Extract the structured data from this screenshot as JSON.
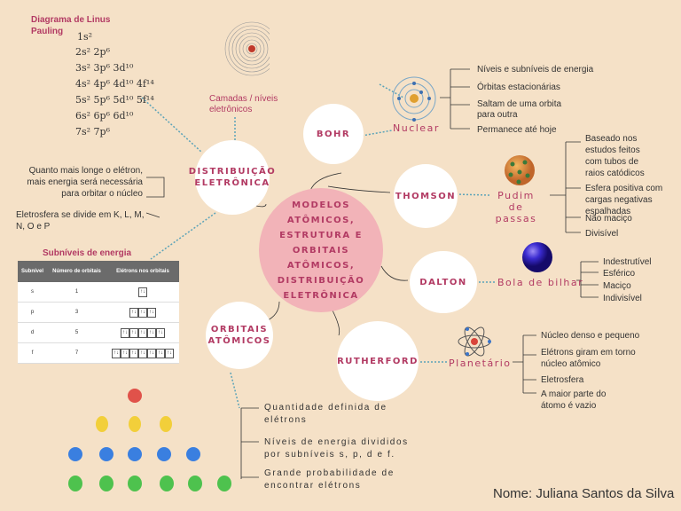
{
  "center": {
    "lines": [
      "MODELOS ATÔMICOS,",
      "ESTRUTURA E",
      "ORBITAIS ATÔMICOS,",
      "DISTRIBUIÇÃO",
      "ELETRÔNICA"
    ]
  },
  "bohr": {
    "label": "BOHR",
    "tag": "Nuclear",
    "items": [
      "Níveis e subníveis de energia",
      "Órbitas estacionárias",
      "Saltam de uma orbita",
      "para outra",
      "Permanece até hoje"
    ]
  },
  "thomson": {
    "label": "THOMSON",
    "tag_1": "Pudim de",
    "tag_2": "passas",
    "items": [
      "Baseado nos",
      "estudos feitos",
      "com tubos de",
      "raios catódicos",
      "Esfera positiva com",
      "cargas negativas",
      "espalhadas",
      "Não maciço",
      "Divisível"
    ]
  },
  "dalton": {
    "label": "DALTON",
    "tag": "Bola de bilhar",
    "items": [
      "Indestrutível",
      "Esférico",
      "Maciço",
      "Indivisível"
    ]
  },
  "rutherford": {
    "label": "RUTHERFORD",
    "tag": "Planetário",
    "items": [
      "Núcleo denso e pequeno",
      "Elétrons giram em torno",
      "núcleo atômico",
      "Eletrosfera",
      "A maior parte do",
      "átomo é vazio"
    ]
  },
  "orbitais": {
    "label_1": "ORBITAIS",
    "label_2": "ATÔMICOS",
    "items": [
      "Quantidade definida de",
      "elétrons",
      "Níveis de energia divididos",
      "por subníveis s, p, d e f.",
      "Grande probabilidade de",
      "encontrar elétrons"
    ]
  },
  "distribuicao": {
    "label_1": "DISTRIBUIÇÃO",
    "label_2": "ELETRÔNICA",
    "note_1": [
      "Quanto mais longe o elétron,",
      "mais energia será necessária",
      "para orbitar o núcleo"
    ],
    "note_2": [
      "Eletrosfera se divide em K, L, M,",
      "N, O e P"
    ],
    "camadas_1": "Camadas / níveis",
    "camadas_2": "eletrônicos",
    "subniveis_title": "Subníveis de energia"
  },
  "pauling": {
    "title_1": "Diagrama de Linus",
    "title_2": "Pauling",
    "rows": [
      "1s²",
      "2s² 2p⁶",
      "3s² 3p⁶ 3d¹⁰",
      "4s² 4p⁶ 4d¹⁰ 4f¹⁴",
      "5s² 5p⁶ 5d¹⁰ 5f¹⁴",
      "6s² 6p⁶ 6d¹⁰",
      "7s² 7p⁶"
    ]
  },
  "table": {
    "headers": [
      "Subnível",
      "Número de orbitais",
      "Elétrons nos orbitais"
    ],
    "rows": [
      {
        "sub": "s",
        "n": "1",
        "boxes": 1
      },
      {
        "sub": "p",
        "n": "3",
        "boxes": 3
      },
      {
        "sub": "d",
        "n": "5",
        "boxes": 5
      },
      {
        "sub": "f",
        "n": "7",
        "boxes": 7
      }
    ],
    "box_glyph": "↑↓"
  },
  "footer": {
    "name": "Nome: Juliana Santos da Silva"
  },
  "colors": {
    "background": "#f5e1c7",
    "accent": "#b23a63",
    "center": "#f2b3b8",
    "connector": "#5ba3b8"
  }
}
